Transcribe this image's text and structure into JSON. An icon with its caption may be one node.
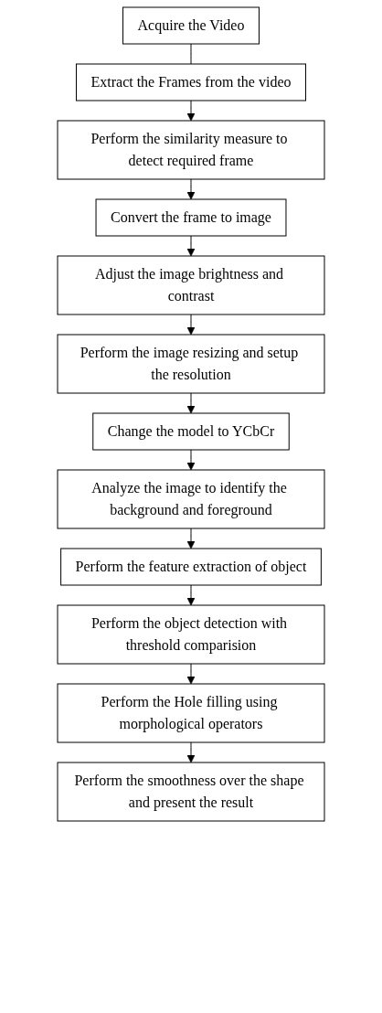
{
  "diagram": {
    "nodes": [
      {
        "text": [
          "Acquire the Video"
        ]
      },
      {
        "text": [
          "Extract the Frames from the video"
        ]
      },
      {
        "text": [
          "Perform the similarity measure to detect required frame"
        ]
      },
      {
        "text": [
          "Convert the frame to image"
        ]
      },
      {
        "text": [
          "Adjust the image brightness and contrast"
        ]
      },
      {
        "text": [
          "Perform the image resizing and setup the resolution"
        ]
      },
      {
        "text": [
          "Change the model to YCbCr"
        ]
      },
      {
        "text": [
          "Analyze the image to identify the background and foreground"
        ]
      },
      {
        "text": [
          "Perform the feature extraction of object"
        ]
      },
      {
        "text": [
          "Perform the object detection with threshold comparision"
        ]
      },
      {
        "text": [
          "Perform the Hole filling using morphological operators"
        ]
      },
      {
        "text": [
          "Perform the smoothness over the shape and present the result"
        ]
      }
    ],
    "edges": [
      {
        "from": 0,
        "to": 1,
        "arrow": "none"
      },
      {
        "from": 1,
        "to": 2,
        "arrow": "to"
      },
      {
        "from": 2,
        "to": 3,
        "arrow": "to"
      },
      {
        "from": 3,
        "to": 4,
        "arrow": "to"
      },
      {
        "from": 4,
        "to": 5,
        "arrow": "to"
      },
      {
        "from": 5,
        "to": 6,
        "arrow": "to"
      },
      {
        "from": 6,
        "to": 7,
        "arrow": "to"
      },
      {
        "from": 7,
        "to": 8,
        "arrow": "to"
      },
      {
        "from": 8,
        "to": 9,
        "arrow": "to"
      },
      {
        "from": 9,
        "to": 10,
        "arrow": "to"
      },
      {
        "from": 10,
        "to": 11,
        "arrow": "to"
      }
    ]
  }
}
